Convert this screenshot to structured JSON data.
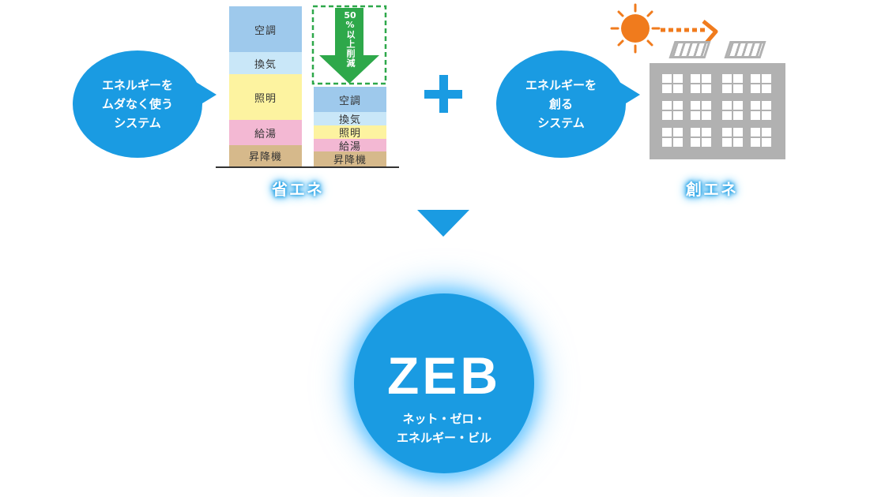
{
  "left_bubble": {
    "lines": [
      "エネルギーを",
      "ムダなく使う",
      "システム"
    ]
  },
  "right_bubble": {
    "lines": [
      "エネルギーを",
      "創る",
      "システム"
    ]
  },
  "stack_before": {
    "segments": [
      "空調",
      "換気",
      "照明",
      "給湯",
      "昇降機"
    ]
  },
  "stack_after": {
    "segments": [
      "空調",
      "換気",
      "照明",
      "給湯",
      "昇降機"
    ]
  },
  "reduction_arrow": {
    "percent": "50",
    "unit": "%",
    "text": "以上削減"
  },
  "labels": {
    "save_energy": "省エネ",
    "create_energy": "創エネ"
  },
  "zeb": {
    "title": "ZEB",
    "subtitle_line1": "ネット・ゼロ・",
    "subtitle_line2": "エネルギー・ビル"
  },
  "colors": {
    "brand_blue": "#1a9be2",
    "kucho": "#9ec9ec",
    "kanki": "#c9e7f8",
    "shomei": "#fdf3a0",
    "kyuto": "#f3b8d3",
    "shoko": "#d6b98b",
    "reduction_green": "#2ea84a",
    "sun_orange": "#f07b1d",
    "building_gray": "#b1b1b1"
  }
}
